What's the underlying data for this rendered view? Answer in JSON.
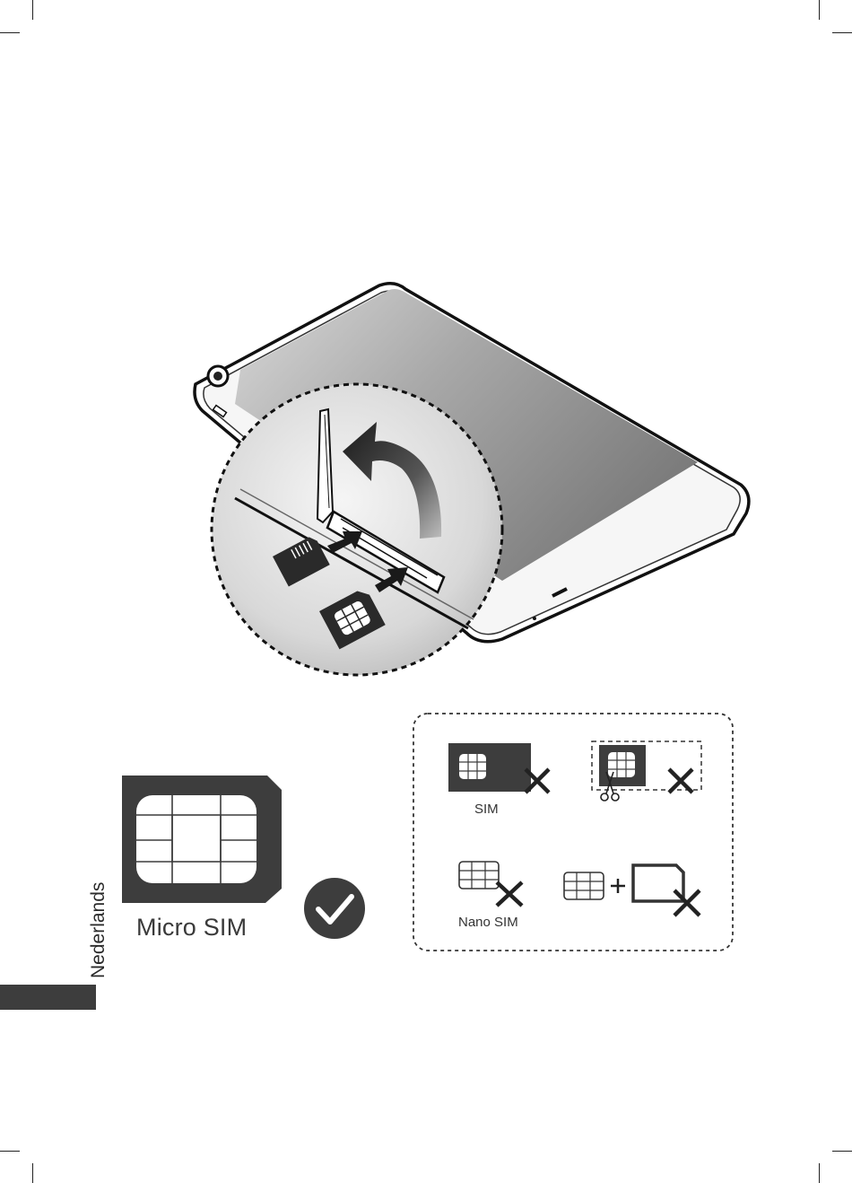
{
  "labels": {
    "micro_sim": "Micro SIM",
    "sim": "SIM",
    "nano_sim": "Nano SIM",
    "language": "Nederlands"
  },
  "icons": {
    "accepted": "checkmark-icon",
    "rejected": "cross-icon",
    "plus": "+"
  },
  "colors": {
    "dark_gray": "#3d3d3d",
    "line": "#1a1a1a"
  }
}
